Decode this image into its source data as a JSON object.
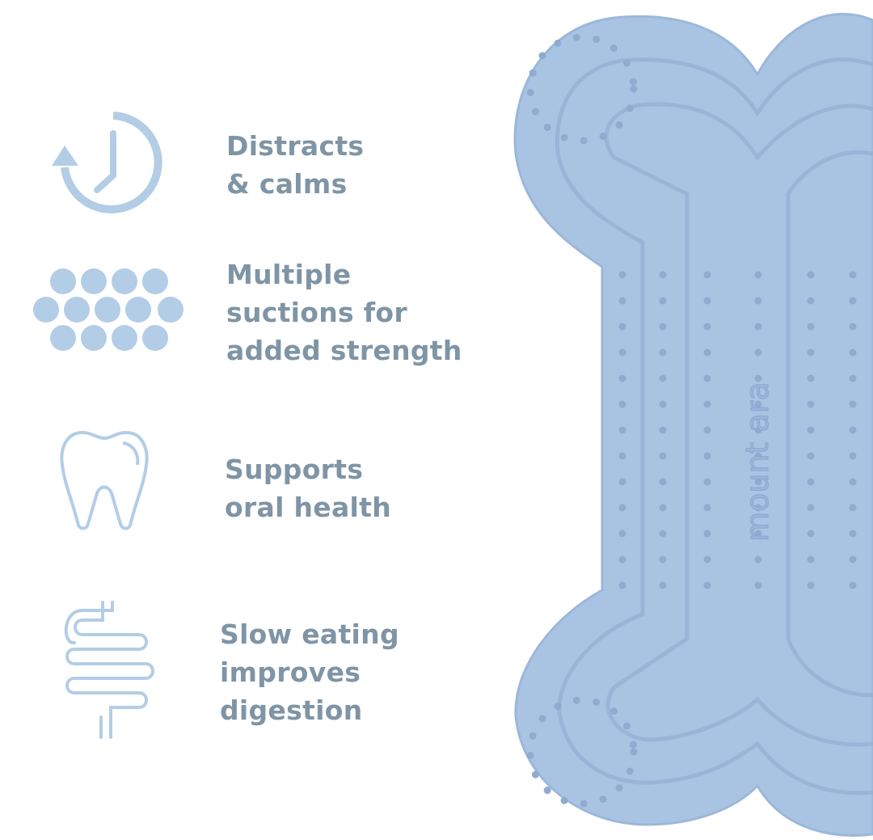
{
  "colors": {
    "text": "#7f95a5",
    "icon": "#b3cde6",
    "mat": "#a9c3e3",
    "mat_shade": "#94b0d4"
  },
  "features": [
    {
      "icon": "clock-rewind-icon",
      "label": "Distracts\n& calms"
    },
    {
      "icon": "suction-cups-icon",
      "label": "Multiple\nsuctions for\nadded strength"
    },
    {
      "icon": "tooth-icon",
      "label": "Supports\noral health"
    },
    {
      "icon": "intestine-icon",
      "label": "Slow eating\nimproves\ndigestion"
    }
  ],
  "product": {
    "brand_emboss": "mount ara"
  }
}
